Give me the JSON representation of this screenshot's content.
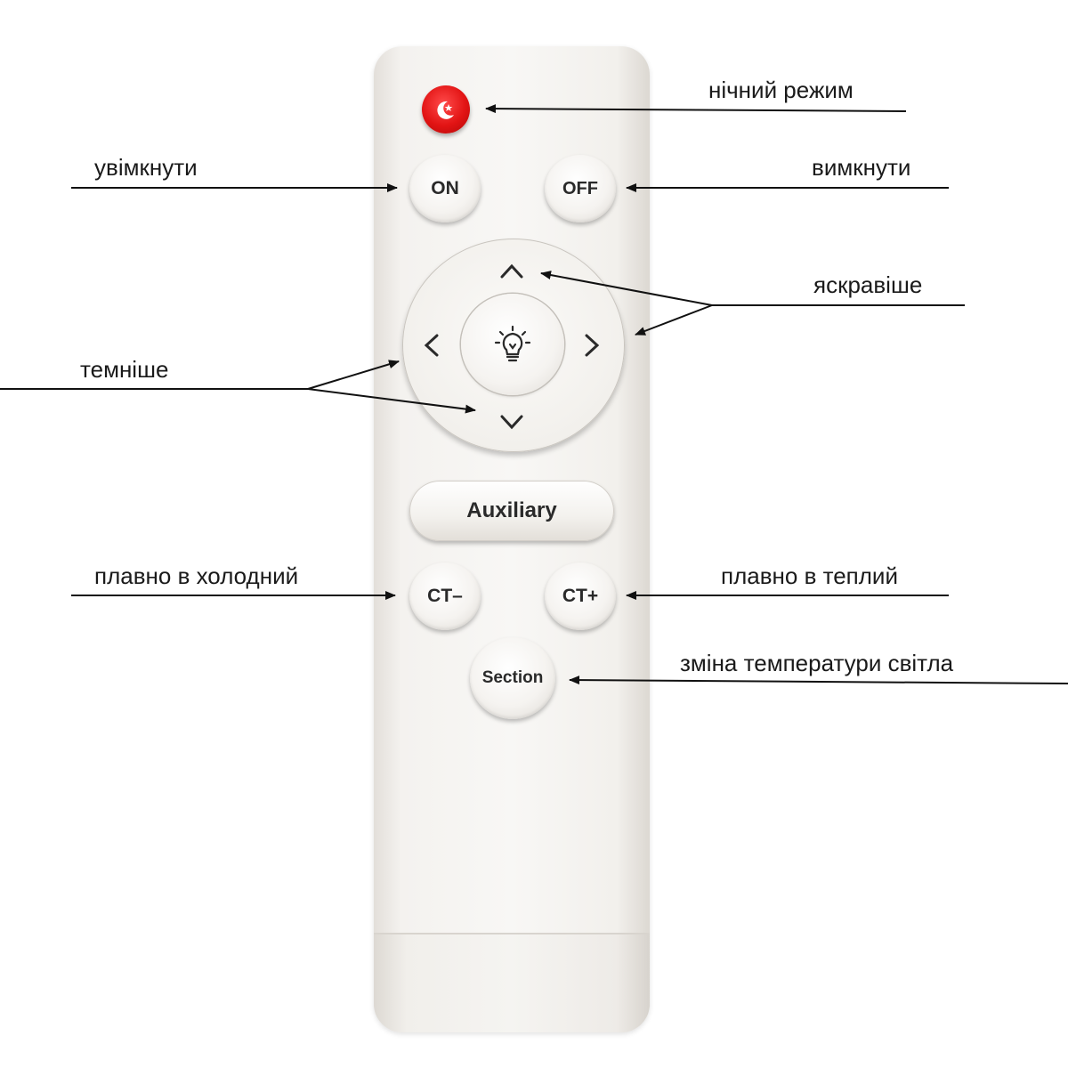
{
  "remote": {
    "buttons": {
      "on": "ON",
      "off": "OFF",
      "auxiliary": "Auxiliary",
      "ct_minus": "CT–",
      "ct_plus": "CT+",
      "section": "Section"
    }
  },
  "labels": {
    "night_mode": "нічний режим",
    "turn_on": "увімкнути",
    "turn_off": "вимкнути",
    "brighter": "яскравіше",
    "dimmer": "темніше",
    "smooth_cold": "плавно в холодний",
    "smooth_warm": "плавно в теплий",
    "color_temp_change": "зміна температури світла"
  },
  "colors": {
    "night_button": "#e21414",
    "remote_body": "#f4f2ef",
    "annotation": "#111111"
  },
  "icons": {
    "night": "moon-star-icon",
    "center": "lightbulb-icon"
  }
}
